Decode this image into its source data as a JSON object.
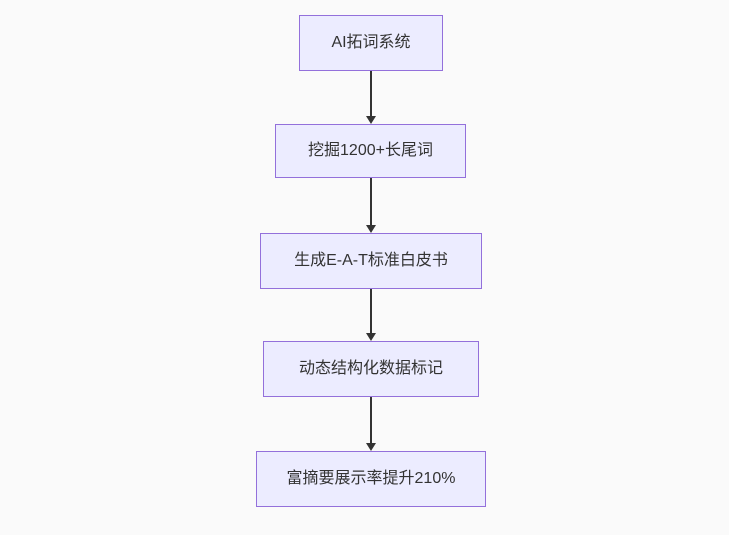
{
  "diagram": {
    "type": "flowchart",
    "direction": "top-down",
    "colors": {
      "background": "#fafafa",
      "node_fill": "#ECECFF",
      "node_border": "#9370DB",
      "node_text": "#333333",
      "arrow": "#333333"
    },
    "nodes": [
      {
        "id": "n1",
        "label": "AI拓词系统"
      },
      {
        "id": "n2",
        "label": "挖掘1200+长尾词"
      },
      {
        "id": "n3",
        "label": "生成E-A-T标准白皮书"
      },
      {
        "id": "n4",
        "label": "动态结构化数据标记"
      },
      {
        "id": "n5",
        "label": "富摘要展示率提升210%"
      }
    ],
    "edges": [
      {
        "from": "n1",
        "to": "n2"
      },
      {
        "from": "n2",
        "to": "n3"
      },
      {
        "from": "n3",
        "to": "n4"
      },
      {
        "from": "n4",
        "to": "n5"
      }
    ]
  }
}
